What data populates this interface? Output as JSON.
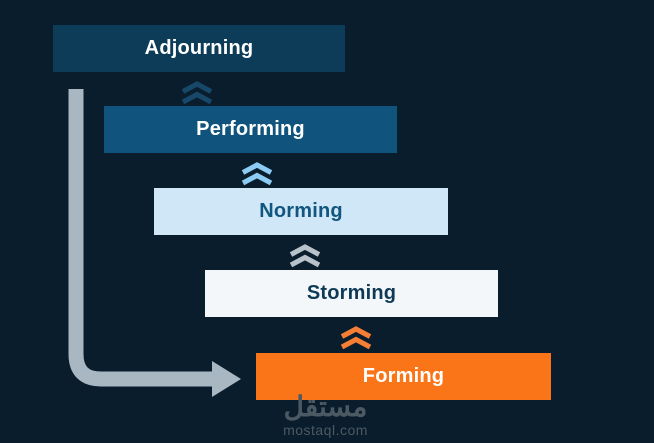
{
  "canvas": {
    "background_color": "#0a1d2c"
  },
  "diagram": {
    "type": "staged-flow",
    "topic": "Stages of team development (Tuckman model)",
    "stages": [
      {
        "label": "Adjourning",
        "box_color": "#0d3c59",
        "text_color": "#ffffff"
      },
      {
        "label": "Performing",
        "box_color": "#10547e",
        "text_color": "#ffffff"
      },
      {
        "label": "Norming",
        "box_color": "#cfe7f7",
        "text_color": "#11567f"
      },
      {
        "label": "Storming",
        "box_color": "#f3f7fa",
        "text_color": "#0e3a56"
      },
      {
        "label": "Forming",
        "box_color": "#fa7517",
        "text_color": "#ffffff"
      }
    ],
    "chevrons": [
      {
        "from": "Performing",
        "to": "Adjourning",
        "direction": "up",
        "color": "#17486a"
      },
      {
        "from": "Norming",
        "to": "Performing",
        "direction": "up",
        "color": "#8cccf4"
      },
      {
        "from": "Storming",
        "to": "Norming",
        "direction": "up",
        "color": "#b8c2ca"
      },
      {
        "from": "Forming",
        "to": "Storming",
        "direction": "up",
        "color": "#f67f35"
      }
    ],
    "arrow": {
      "description": "curved arrow from below Adjourning down and right into Forming",
      "color": "#a9b7c3"
    }
  },
  "watermark": {
    "logo_text": "مستقل",
    "domain": "mostaql.com",
    "color": "#4b5963"
  }
}
